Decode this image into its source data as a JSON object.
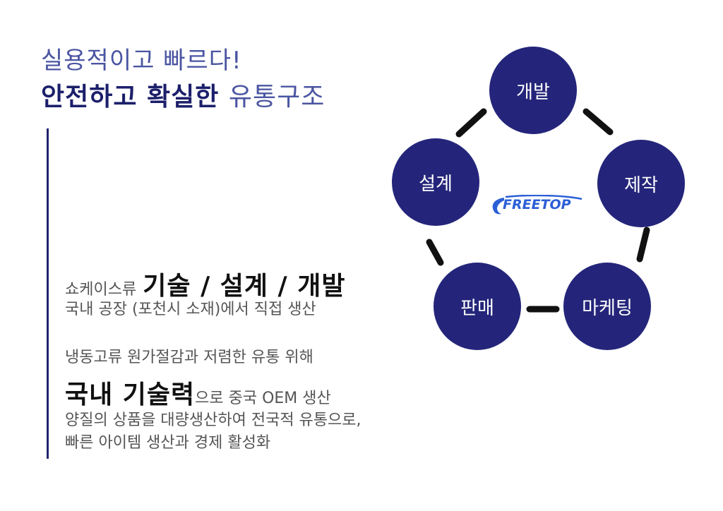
{
  "heading": {
    "line1": "실용적이고 빠르다!",
    "line2_bold": "안전하고 확실한",
    "line2_light": "유통구조"
  },
  "body": {
    "line1_prefix": "쇼케이스류",
    "line1_emphasis": "기술 / 설계 / 개발",
    "line2": "국내 공장 (포천시 소재)에서 직접 생산",
    "line3": "냉동고류 원가절감과 저렴한 유통 위해",
    "line4_emphasis": "국내 기술력",
    "line4_suffix": "으로 중국 OEM 생산",
    "line5": "양질의 상품을 대량생산하여 전국적 유통으로,",
    "line6": "빠른 아이템 생산과  경제 활성화"
  },
  "cycle": {
    "nodes": [
      "개발",
      "제작",
      "마케팅",
      "판매",
      "설계"
    ],
    "center_logo": "FREETOP"
  },
  "colors": {
    "circle": "#24257a",
    "heading_light": "#4a55a2",
    "heading_dark": "#1c1f6b",
    "logo": "#2b5fd6"
  }
}
